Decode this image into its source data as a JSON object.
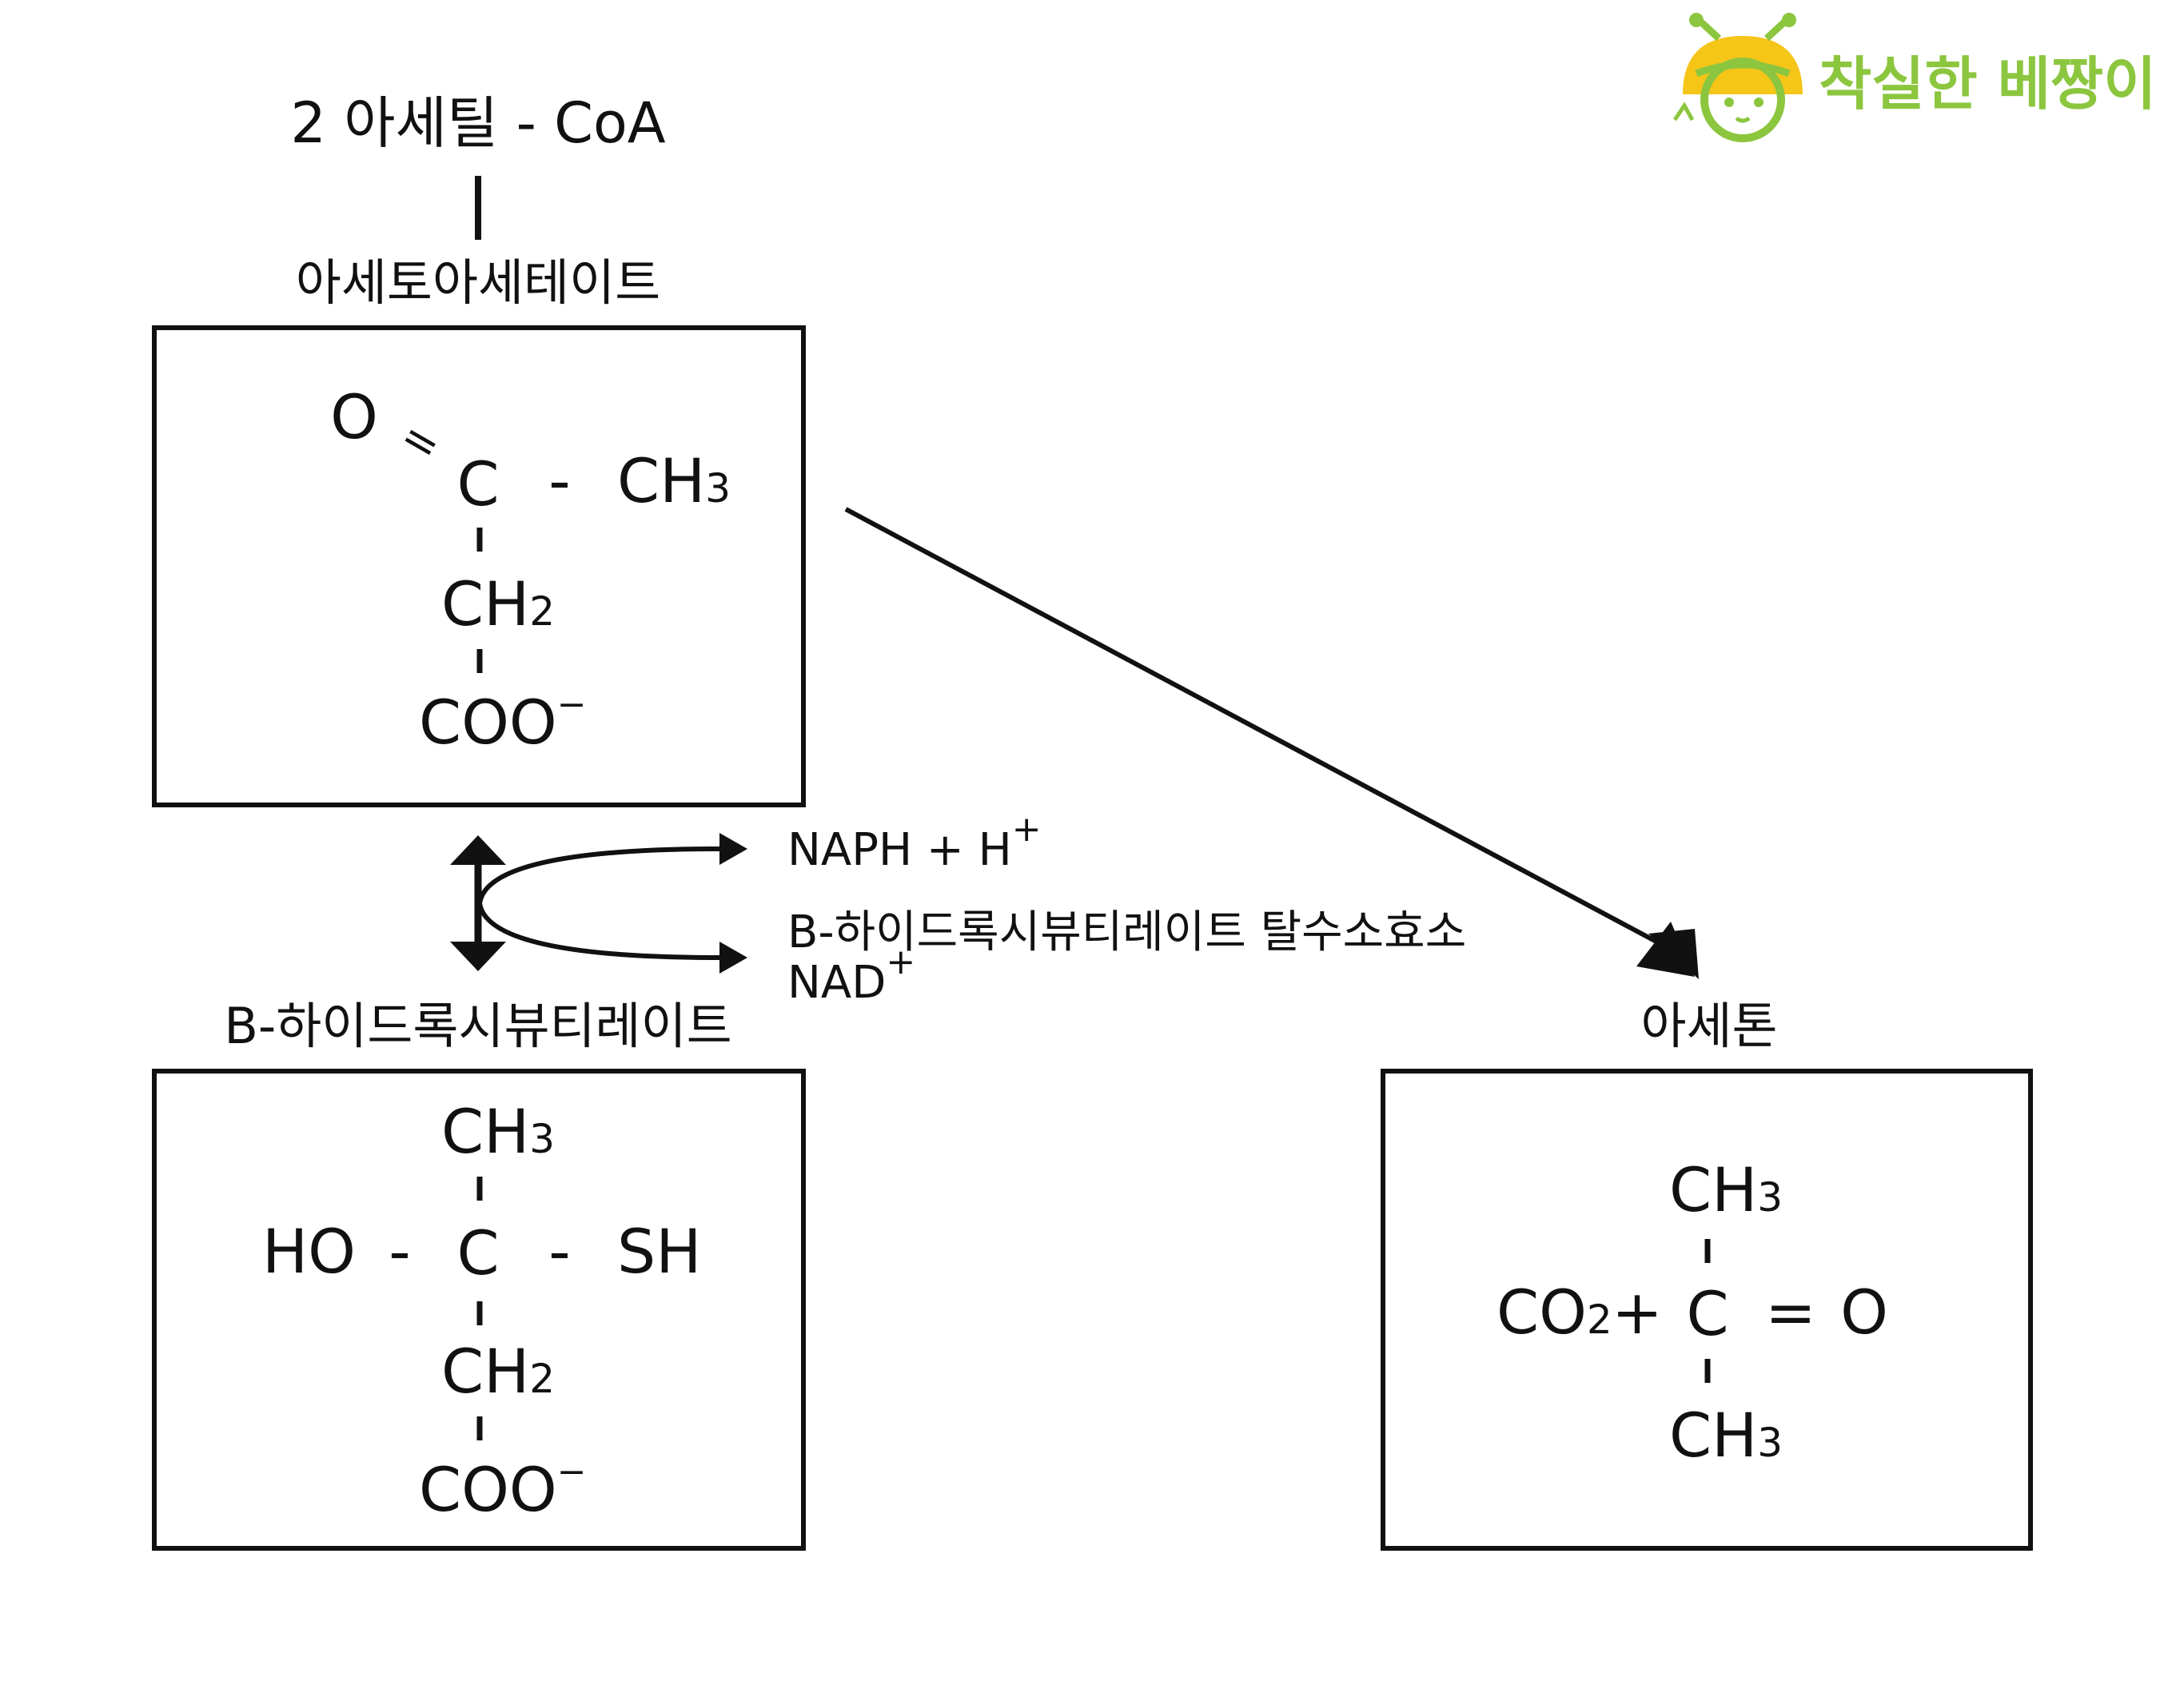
{
  "colors": {
    "ink": "#111111",
    "logo_green": "#8cc63f",
    "logo_yellow": "#f5c518"
  },
  "logo": {
    "text": "착실한 베짱이",
    "icon": "bee-mascot-icon"
  },
  "start": {
    "label": "2 아세틸 - CoA"
  },
  "acetoacetate": {
    "name": "아세토아세테이트",
    "o_top": "O",
    "double_bond": "=",
    "carbon": "C",
    "bond": "-",
    "ch3": "CH",
    "ch3_sub": "3",
    "ch2": "CH",
    "ch2_sub": "2",
    "coo": "COO",
    "coo_sup": "−"
  },
  "reaction": {
    "product_top": "NAPH + H",
    "product_top_sup": "+",
    "enzyme": "B-하이드록시뷰티레이트 탈수소효소",
    "cofactor": "NAD",
    "cofactor_sup": "+"
  },
  "hydroxybutyrate": {
    "name": "B-하이드록시뷰티레이트",
    "ch3": "CH",
    "ch3_sub": "3",
    "ho": "HO",
    "bond": "-",
    "carbon": "C",
    "sh": "SH",
    "ch2": "CH",
    "ch2_sub": "2",
    "coo": "COO",
    "coo_sup": "−"
  },
  "acetone": {
    "name": "아세톤",
    "ch3_top": "CH",
    "ch3_top_sub": "3",
    "co2": "CO",
    "co2_sub": "2",
    "plus": "+",
    "carbon": "C",
    "double_bond": "=",
    "oxygen": "O",
    "ch3_bottom": "CH",
    "ch3_bottom_sub": "3"
  }
}
